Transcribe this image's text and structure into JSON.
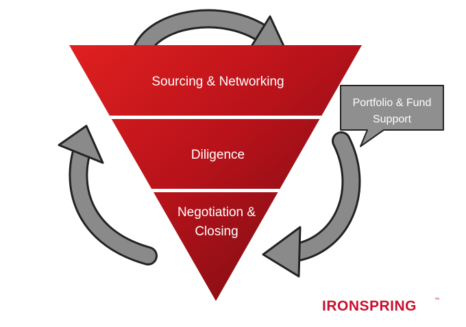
{
  "stages": [
    {
      "lines": [
        "Sourcing & Networking"
      ]
    },
    {
      "lines": [
        "Diligence"
      ]
    },
    {
      "lines": [
        "Negotiation &",
        "Closing"
      ]
    }
  ],
  "callout": {
    "lines": [
      "Portfolio & Fund",
      "Support"
    ]
  },
  "logo": {
    "text": "IRONSPRING",
    "tm": "™"
  },
  "colors": {
    "funnel_light": "#d81e1e",
    "funnel_dark": "#7a0f14",
    "arrow_fill": "#8a8a8a",
    "callout_fill": "#8f8f8f",
    "logo": "#c8102e"
  },
  "icons": [
    "cycle-arrow-top-icon",
    "cycle-arrow-left-icon",
    "cycle-arrow-right-icon",
    "speech-callout-shape"
  ]
}
